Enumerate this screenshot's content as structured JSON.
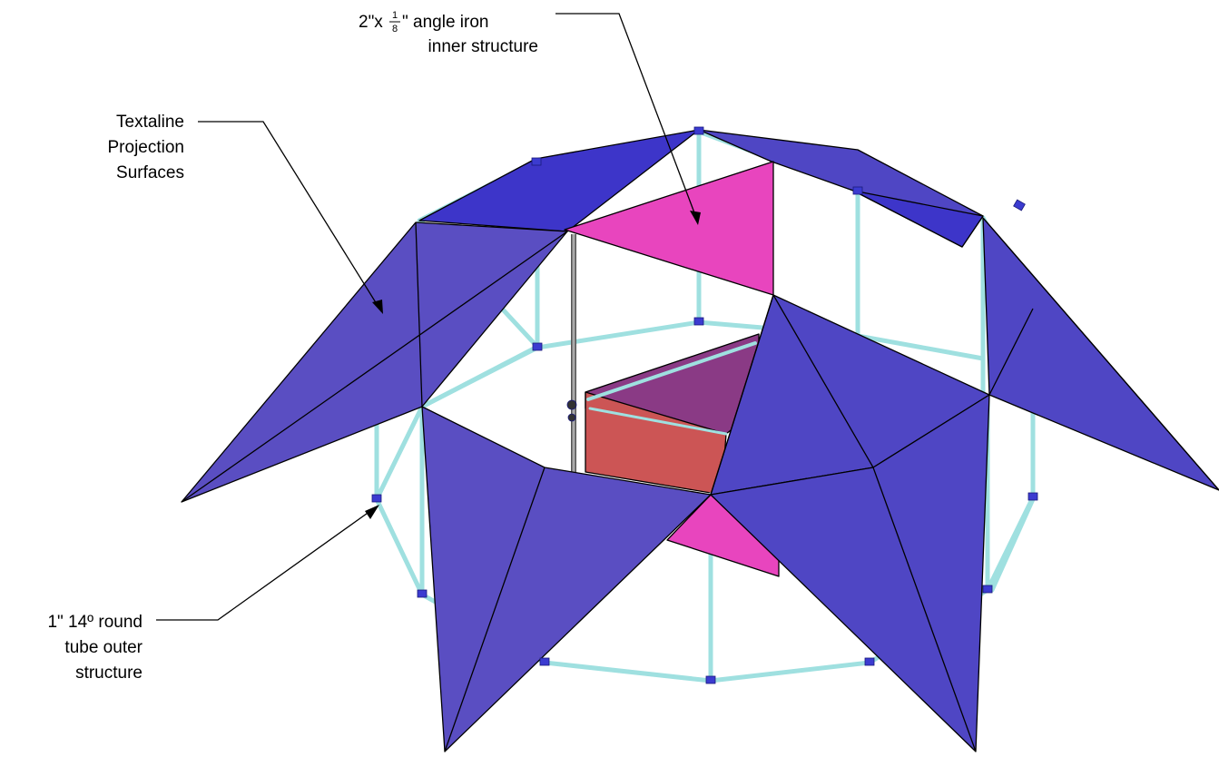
{
  "labels": {
    "angle_iron": {
      "line1_prefix": "2\"x",
      "frac_num": "1",
      "frac_den": "8",
      "line1_suffix": "\" angle iron",
      "line2": "inner structure"
    },
    "projection": {
      "line1": "Textaline",
      "line2": "Projection",
      "line3": "Surfaces"
    },
    "tube": {
      "line1": "1\" 14º round",
      "line2": "tube outer",
      "line3": "structure"
    }
  },
  "colors": {
    "panel_blue": "#4f46c4",
    "panel_pink": "#e845be",
    "inner_box_red": "#cc5555",
    "inner_box_purple": "#8a3a85",
    "tube_cyan": "#9fe0e0"
  }
}
